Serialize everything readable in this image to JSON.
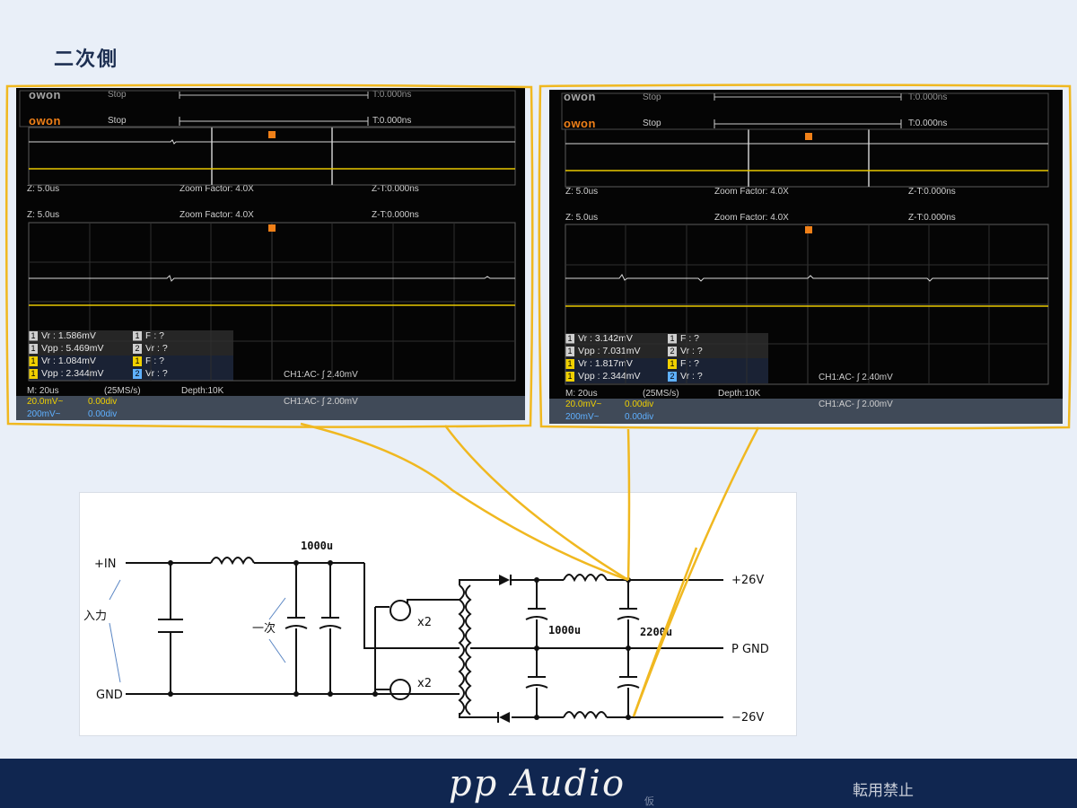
{
  "heading": "二次側",
  "scope_left": {
    "logo": "owon",
    "state": "Stop",
    "trigger_time": "T:0.000ns",
    "zoom_window": "Z: 5.0us",
    "zoom_factor": "Zoom Factor: 4.0X",
    "z_time": "Z-T:0.000ns",
    "timebase": "M: 20us",
    "sample_rate": "(25MS/s)",
    "depth": "Depth:10K",
    "trigger_info": "CH1:AC- ∫ 2.40mV",
    "trigger_info_2": "CH1:AC- ∫ 2.00mV",
    "ch1_scale": "20.0mV~",
    "ch1_offset": "0.00div",
    "ch2_scale": "200mV~",
    "ch2_offset": "0.00div",
    "meas": [
      {
        "ch": "1",
        "text": "Vr : 1.586mV",
        "ch2": "1",
        "text2": "F :   ?"
      },
      {
        "ch": "1",
        "text": "Vpp : 5.469mV",
        "ch2": "2",
        "text2": "Vr :   ?"
      },
      {
        "ch": "1",
        "text": "Vr : 1.084mV",
        "ch2": "1",
        "text2": "F :   ?"
      },
      {
        "ch": "1",
        "text": "Vpp : 2.344mV",
        "ch2": "2",
        "text2": "Vr :   ?"
      }
    ]
  },
  "scope_right": {
    "logo": "owon",
    "state": "Stop",
    "trigger_time": "T:0.000ns",
    "zoom_window": "Z: 5.0us",
    "zoom_factor": "Zoom Factor: 4.0X",
    "z_time": "Z-T:0.000ns",
    "timebase": "M: 20us",
    "sample_rate": "(25MS/s)",
    "depth": "Depth:10K",
    "trigger_info": "CH1:AC- ∫ 2.40mV",
    "trigger_info_2": "CH1:AC- ∫ 2.00mV",
    "ch1_scale": "20.0mV~",
    "ch1_offset": "0.00div",
    "ch2_scale": "200mV~",
    "ch2_offset": "0.00div",
    "meas": [
      {
        "ch": "1",
        "text": "Vr : 3.142mV",
        "ch2": "1",
        "text2": "F :   ?"
      },
      {
        "ch": "1",
        "text": "Vpp : 7.031mV",
        "ch2": "2",
        "text2": "Vr :   ?"
      },
      {
        "ch": "1",
        "text": "Vr : 1.817mV",
        "ch2": "1",
        "text2": "F :   ?"
      },
      {
        "ch": "1",
        "text": "Vpp : 2.344mV",
        "ch2": "2",
        "text2": "Vr :   ?"
      }
    ]
  },
  "schematic": {
    "in_plus": "+IN",
    "gnd": "GND",
    "input_label": "入力",
    "primary_label": "一次",
    "cap_primary": "1000u",
    "cap_secondary_1": "1000u",
    "cap_secondary_2": "2200u",
    "transistor_mult_1": "x2",
    "transistor_mult_2": "x2",
    "out_pos": "+26V",
    "out_gnd": "P GND",
    "out_neg": "−26V"
  },
  "footer": {
    "brand": "pp Audio",
    "brand_note": "仮",
    "notice": "転用禁止"
  },
  "colors": {
    "background": "#e9eff8",
    "footer": "#102650",
    "callout": "#f0b820",
    "ch1": "#f0d000",
    "ch2": "#cfcfcf"
  }
}
